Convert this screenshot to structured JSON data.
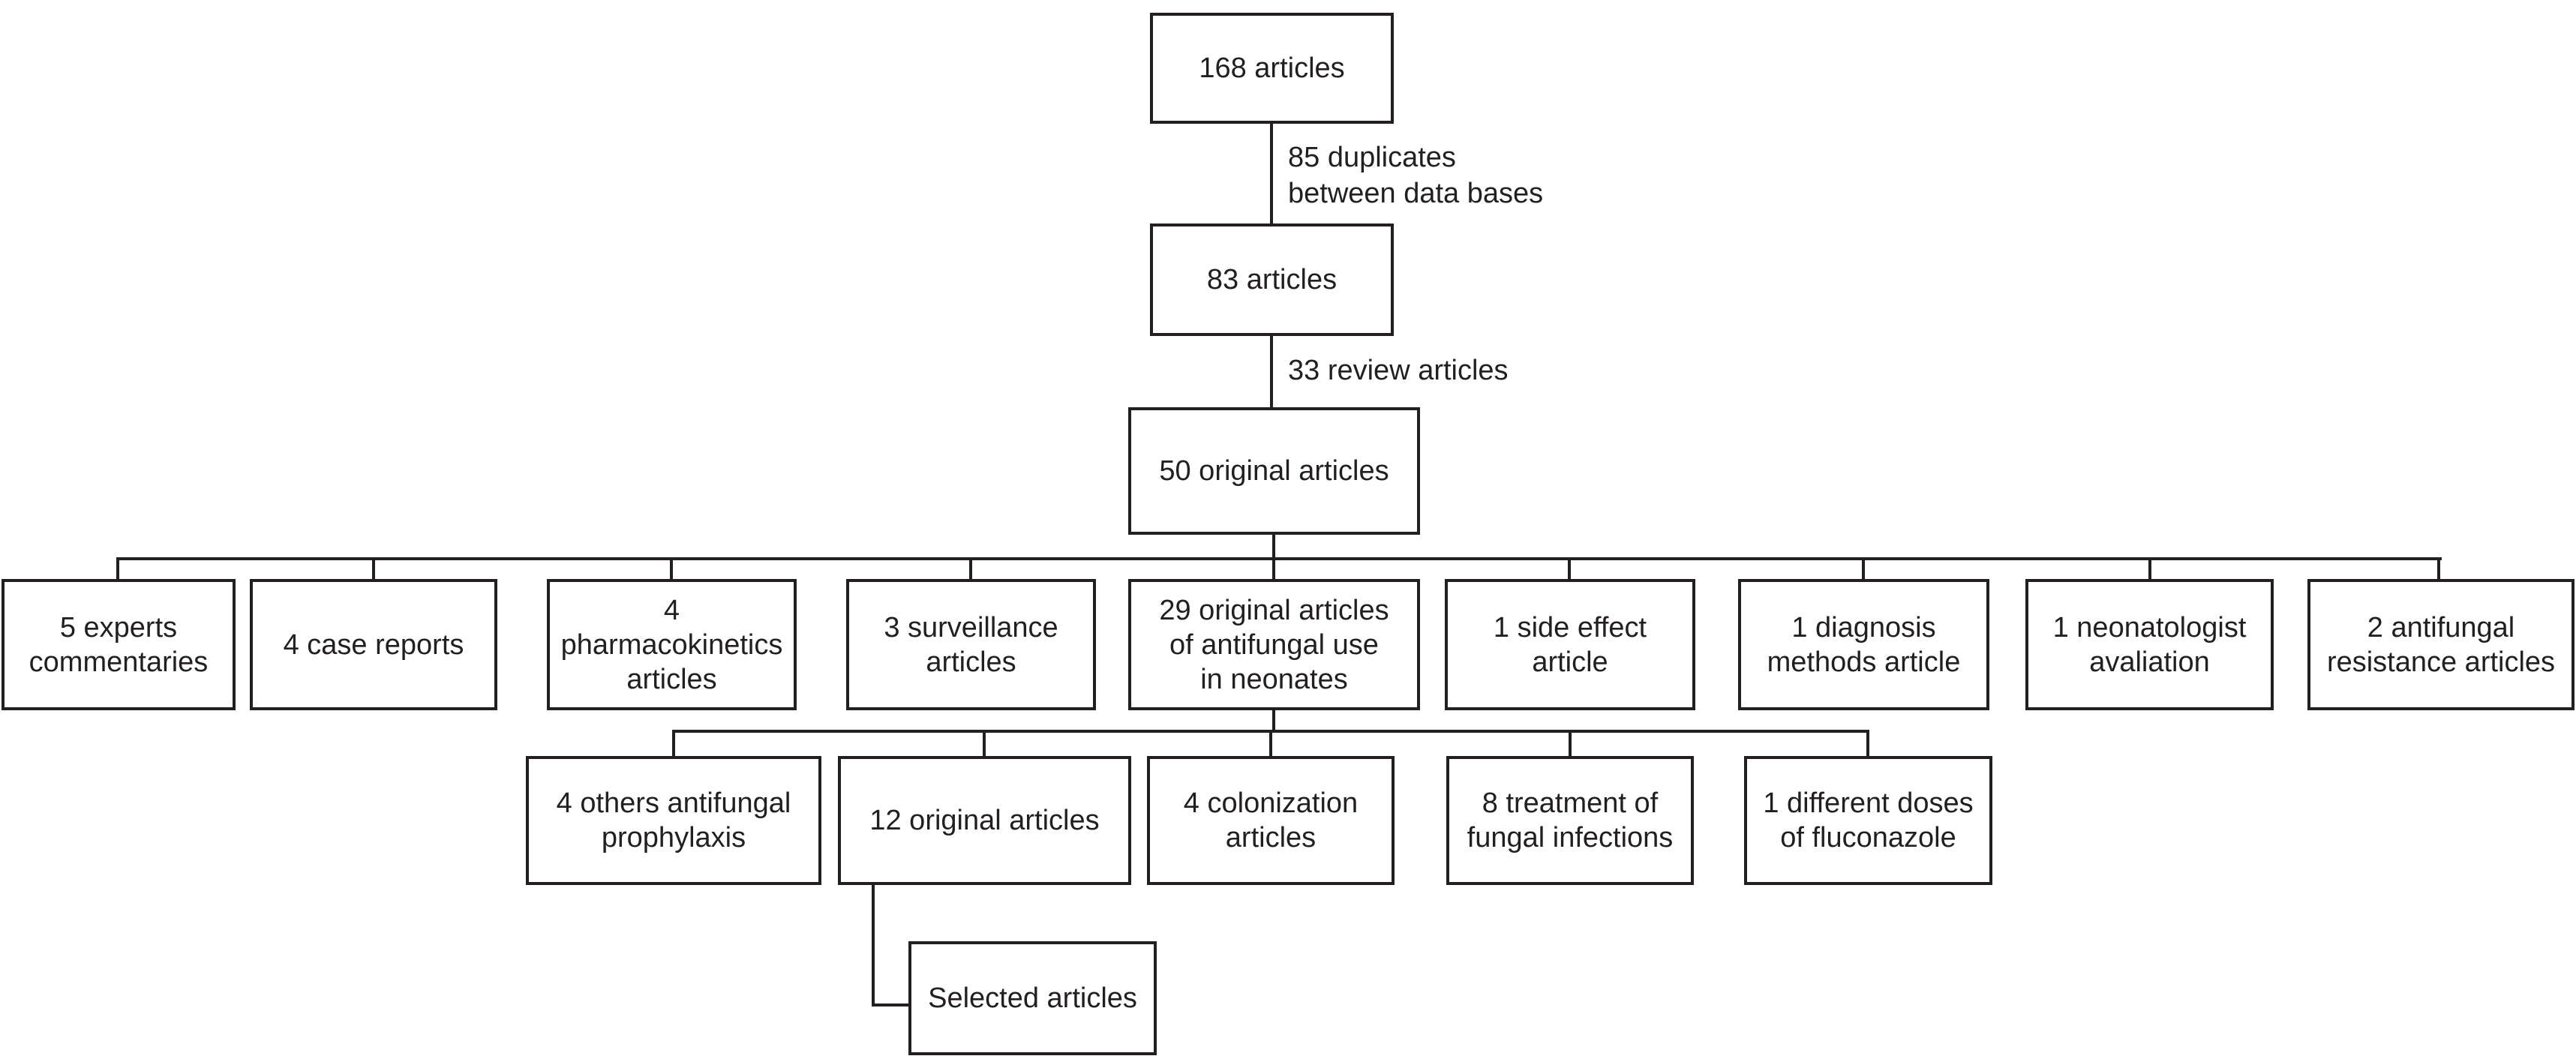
{
  "diagram": {
    "type": "flowchart",
    "background_color": "#ffffff",
    "line_color": "#231f20",
    "nodes": {
      "a168": "168 articles",
      "b83": "83 articles",
      "c50": "50 original articles",
      "r1b1": "5 experts\ncommentaries",
      "r1b2": "4 case reports",
      "r1b3": "4\npharmacokinetics\narticles",
      "r1b4": "3 surveillance\narticles",
      "r1b5": "29 original articles\nof antifungal use\nin neonates",
      "r1b6": "1 side effect\narticle",
      "r1b7": "1 diagnosis\nmethods article",
      "r1b8": "1 neonatologist\navaliation",
      "r1b9": "2 antifungal\nresistance articles",
      "r2b1": "4 others antifungal\nprophylaxis",
      "r2b2": "12 original articles",
      "r2b3": "4 colonization\narticles",
      "r2b4": "8 treatment of\nfungal infections",
      "r2b5": "1 different doses\nof fluconazole",
      "selected": "Selected articles"
    },
    "edge_labels": {
      "duplicates": "85 duplicates\nbetween data bases",
      "reviews": "33 review articles"
    }
  }
}
